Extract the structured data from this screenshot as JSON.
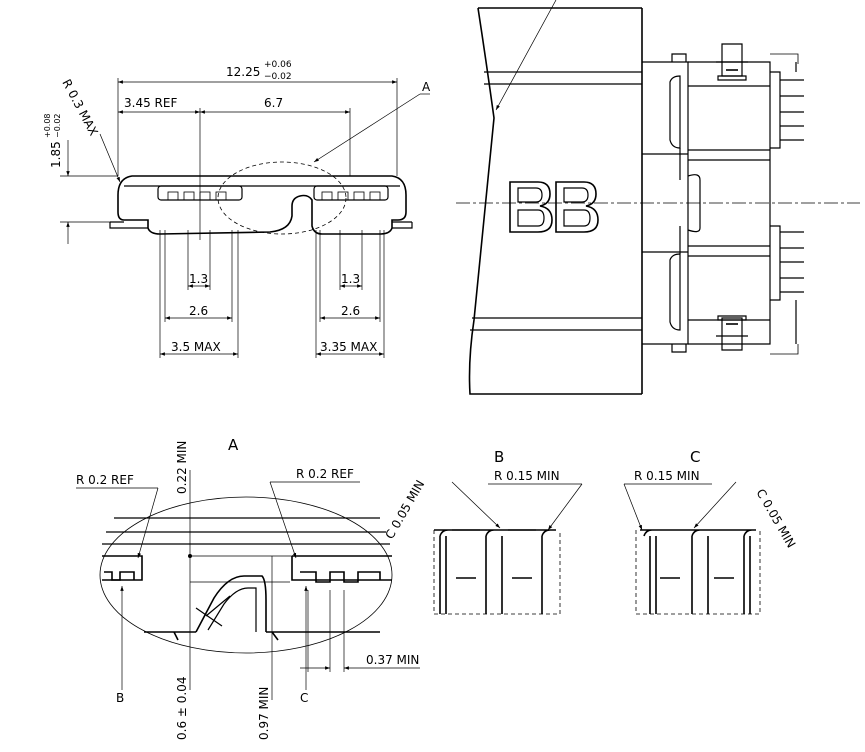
{
  "front_view": {
    "overall_width": "12.25",
    "overall_tol_plus": "+0.06",
    "overall_tol_minus": "−0.02",
    "left_ref": "3.45  REF",
    "center_span": "6.7",
    "height": "1.85",
    "height_tol_plus": "+0.08",
    "height_tol_minus": "−0.02",
    "corner_radius": "R 0.3  MAX",
    "detail_marker": "A",
    "left_pitch_1": "1.3",
    "left_pitch_2": "2.6",
    "left_max": "3.5  MAX",
    "right_pitch_1": "1.3",
    "right_pitch_2": "2.6",
    "right_max": "3.35  MAX"
  },
  "top_view": {
    "marking": "B"
  },
  "detail_a": {
    "title": "A",
    "left_radius": "R 0.2  REF",
    "right_radius": "R 0.2  REF",
    "min_gap": "0.22  MIN",
    "thickness": "0.6 ± 0.04",
    "depth": "0.97  MIN",
    "spacing": "0.37  MIN",
    "ref_b": "B",
    "ref_c": "C"
  },
  "detail_b": {
    "title": "B",
    "chamfer": "C 0.05  MIN",
    "radius": "R 0.15   MIN"
  },
  "detail_c": {
    "title": "C",
    "radius": "R 0.15   MIN",
    "chamfer": "C 0.05  MIN"
  }
}
